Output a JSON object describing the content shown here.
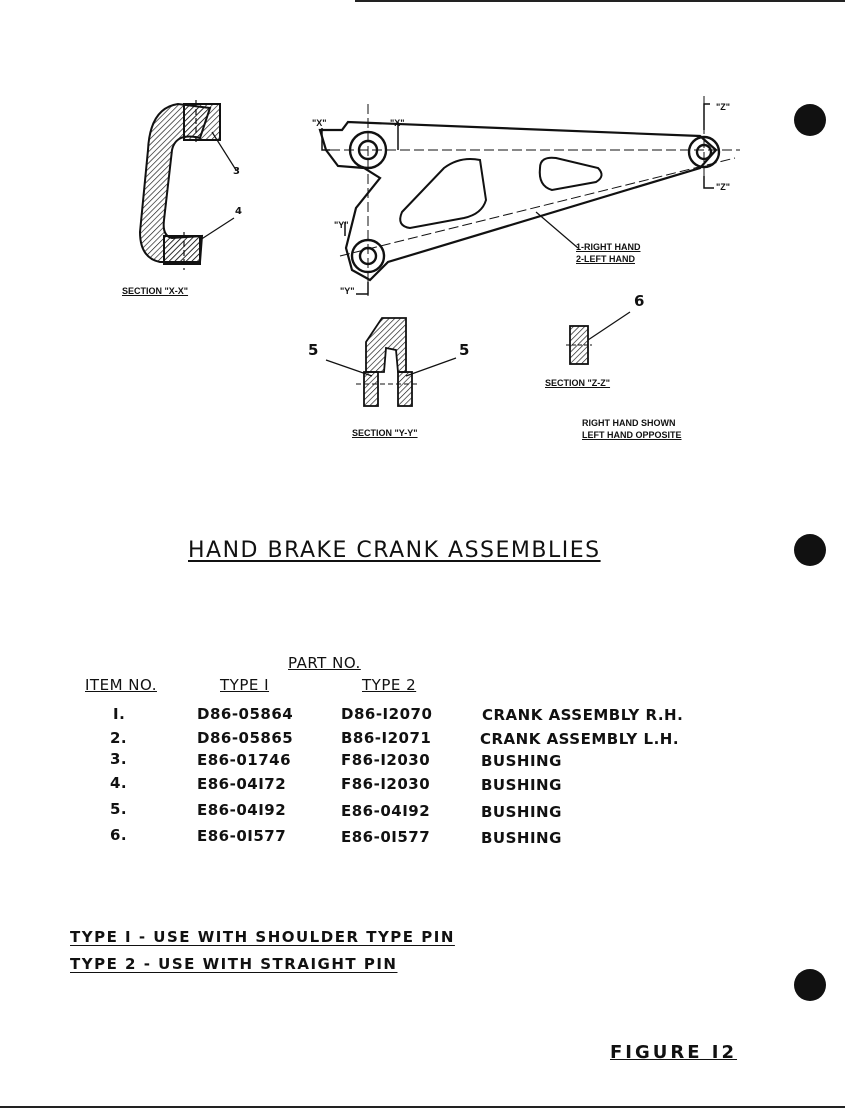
{
  "drawing": {
    "section_xx": "SECTION \"X-X\"",
    "section_yy": "SECTION \"Y-Y\"",
    "section_zz": "SECTION \"Z-Z\"",
    "mark_x": "\"X\"",
    "mark_y": "\"Y\"",
    "mark_z": "\"Z\"",
    "hand_1": "1-RIGHT HAND",
    "hand_2": "2-LEFT HAND",
    "right_hand_shown": "RIGHT HAND SHOWN",
    "left_hand_opposite": "LEFT HAND OPPOSITE",
    "callouts": [
      "3",
      "4",
      "5",
      "5",
      "6"
    ]
  },
  "title": "HAND BRAKE CRANK ASSEMBLIES",
  "table": {
    "part_no_header": "PART NO.",
    "headers": {
      "item": "ITEM NO.",
      "type1": "TYPE I",
      "type2": "TYPE 2"
    },
    "rows": [
      {
        "item": "I.",
        "type1": "D86-05864",
        "type2": "D86-I2070",
        "description": "CRANK ASSEMBLY  R.H."
      },
      {
        "item": "2.",
        "type1": "D86-05865",
        "type2": "B86-I2071",
        "description": "CRANK ASSEMBLY  L.H."
      },
      {
        "item": "3.",
        "type1": "E86-01746",
        "type2": "F86-I2030",
        "description": "BUSHING"
      },
      {
        "item": "4.",
        "type1": "E86-04I72",
        "type2": "F86-I2030",
        "description": "BUSHING"
      },
      {
        "item": "5.",
        "type1": "E86-04I92",
        "type2": "E86-04I92",
        "description": "BUSHING"
      },
      {
        "item": "6.",
        "type1": "E86-0I577",
        "type2": "E86-0I577",
        "description": "BUSHING"
      }
    ]
  },
  "notes": [
    "TYPE I - USE WITH SHOULDER TYPE PIN",
    "TYPE 2 - USE WITH STRAIGHT PIN"
  ],
  "figure": "FIGURE  I2"
}
